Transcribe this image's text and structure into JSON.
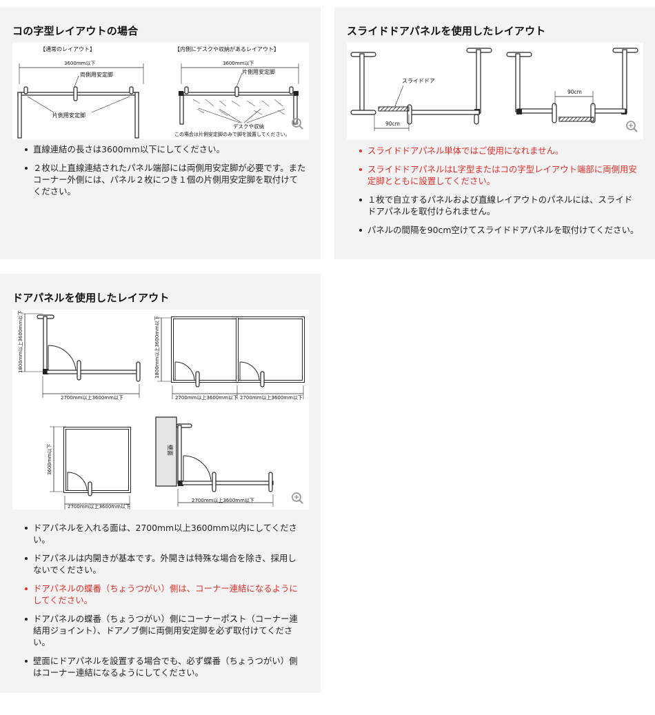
{
  "colors": {
    "card_bg": "#f3f3f3",
    "alert": "#e0302a",
    "text": "#222222"
  },
  "card1": {
    "title": "コの字型レイアウトの場合",
    "fig": {
      "left_caption": "【通常のレイアウト】",
      "right_caption": "【内側にデスクや収納があるレイアウト】",
      "dim_left": "3600mm以下",
      "dim_right": "3600mm以下",
      "both_leg_left": "両側用安定脚",
      "one_leg_left": "片側用安定脚",
      "one_leg_right": "片側用安定脚",
      "desk": "デスクや収納",
      "note": "この場合は片側安定脚のみで脚を設置してください。",
      "zoom_icon": "zoom-in-icon"
    },
    "notes": [
      {
        "text": "直線連結の長さは3600mm以下にしてください。",
        "alert": false
      },
      {
        "text": "２枚以上直線連結されたパネル端部には両側用安定脚が必要です。またコーナー外側には、パネル２枚につき１個の片側用安定脚を取付けてください。",
        "alert": false
      }
    ]
  },
  "card2": {
    "title": "スライドドアパネルを使用したレイアウト",
    "fig": {
      "slide_label": "スライドドア",
      "dim_left": "90cm",
      "dim_right": "90cm",
      "zoom_icon": "zoom-in-icon"
    },
    "notes": [
      {
        "text": "スライドドアパネル単体ではご使用になれません。",
        "alert": true
      },
      {
        "text": "スライドドアパネルはL字型またはコの字型レイアウト端部に両側用安定脚とともに設置してください。",
        "alert": true
      },
      {
        "text": "１枚で自立するパネルおよび直線レイアウトのパネルには、スライドドアパネルを取付けられません。",
        "alert": false
      },
      {
        "text": "パネルの間隔を90cm空けてスライドドアパネルを取付けてください。",
        "alert": false
      }
    ]
  },
  "card3": {
    "title": "ドアパネルを使用したレイアウト",
    "fig": {
      "h_a": "1800mm以上3600mm以下",
      "w_a": "2700mm以上3600mm以下",
      "h_b": "1800mm以上3600mm以下",
      "w_b1": "2700mm以上3600mm以下",
      "w_b2": "2700mm以上3600mm以下",
      "h_c": "3600mm以下",
      "w_c": "2700mm以上3600mm以下",
      "wall": "壁面",
      "w_d": "2700mm以上3600mm以下",
      "zoom_icon": "zoom-in-icon"
    },
    "notes": [
      {
        "text": "ドアパネルを入れる面は、2700mm以上3600mm以内にしてください。",
        "alert": false
      },
      {
        "text": "ドアパネルは内開きが基本です。外開きは特殊な場合を除き、採用しないでください。",
        "alert": false
      },
      {
        "text": "ドアパネルの蝶番（ちょうつがい）側は、コーナー連結になるようにしてください。",
        "alert": true
      },
      {
        "text": "ドアパネルの蝶番（ちょうつがい）側にコーナーポスト（コーナー連結用ジョイント）、ドアノブ側に両側用安定脚を必ず取付けてください。",
        "alert": false
      },
      {
        "text": "壁面にドアパネルを設置する場合でも、必ず蝶番（ちょうつがい）側はコーナー連結になるようにしてください。",
        "alert": false
      }
    ]
  }
}
